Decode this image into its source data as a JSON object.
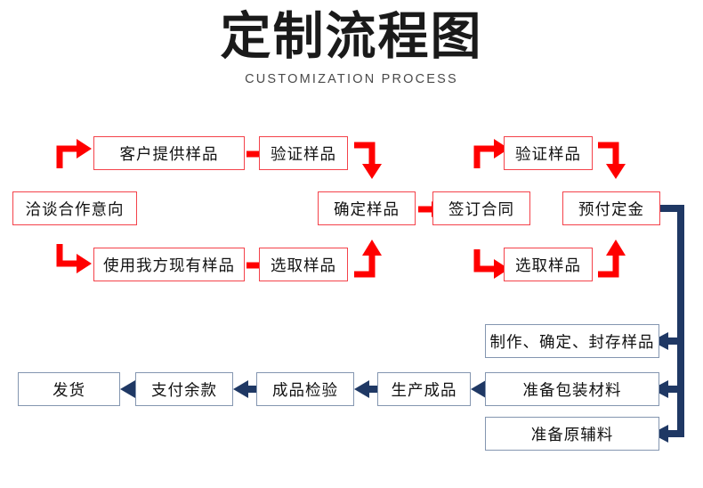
{
  "title": {
    "main": "定制流程图",
    "sub": "CUSTOMIZATION PROCESS"
  },
  "colors": {
    "red": "#ff0000",
    "red_border": "#f4424a",
    "navy": "#1f3864",
    "navy_border": "#8496b0",
    "text": "#111111",
    "background": "#ffffff"
  },
  "nodes": {
    "customer_provides_sample": "客户提供样品",
    "verify_sample_left": "验证样品",
    "verify_sample_right": "验证样品",
    "negotiate_cooperation": "洽谈合作意向",
    "confirm_sample": "确定样品",
    "sign_contract": "签订合同",
    "prepay_deposit": "预付定金",
    "use_our_existing_sample": "使用我方现有样品",
    "select_sample_left": "选取样品",
    "select_sample_right": "选取样品",
    "make_confirm_seal_sample": "制作、确定、封存样品",
    "ship_goods": "发货",
    "pay_balance": "支付余款",
    "finished_product_inspection": "成品检验",
    "produce_finished_product": "生产成品",
    "prepare_packaging_materials": "准备包装材料",
    "prepare_raw_materials": "准备原辅料"
  },
  "flow": {
    "branches": [
      {
        "from": "洽谈合作意向",
        "to": "客户提供样品",
        "style": "elbow-up-right",
        "color": "#ff0000"
      },
      {
        "from": "洽谈合作意向",
        "to": "使用我方现有样品",
        "style": "elbow-down-right",
        "color": "#ff0000"
      },
      {
        "from": "客户提供样品",
        "to": "验证样品",
        "style": "straight-right",
        "color": "#ff0000"
      },
      {
        "from": "验证样品",
        "to": "确定样品",
        "style": "elbow-right-down",
        "color": "#ff0000"
      },
      {
        "from": "使用我方现有样品",
        "to": "选取样品",
        "style": "straight-right",
        "color": "#ff0000"
      },
      {
        "from": "选取样品",
        "to": "确定样品",
        "style": "elbow-right-up",
        "color": "#ff0000"
      },
      {
        "from": "确定样品",
        "to": "签订合同",
        "style": "straight-right",
        "color": "#ff0000"
      },
      {
        "from": "签订合同",
        "to": "验证样品",
        "style": "elbow-up-right",
        "color": "#ff0000"
      },
      {
        "from": "签订合同",
        "to": "选取样品",
        "style": "elbow-down-right",
        "color": "#ff0000"
      },
      {
        "from": "验证样品",
        "to": "预付定金",
        "style": "elbow-right-down",
        "color": "#ff0000"
      },
      {
        "from": "选取样品",
        "to": "预付定金",
        "style": "elbow-right-up",
        "color": "#ff0000"
      },
      {
        "from": "预付定金",
        "to": "制作、确定、封存样品",
        "style": "bus-left",
        "color": "#1f3864"
      },
      {
        "from": "预付定金",
        "to": "准备包装材料",
        "style": "bus-left",
        "color": "#1f3864"
      },
      {
        "from": "预付定金",
        "to": "准备原辅料",
        "style": "bus-left",
        "color": "#1f3864"
      },
      {
        "from": "准备包装材料",
        "to": "生产成品",
        "style": "straight-left",
        "color": "#1f3864"
      },
      {
        "from": "生产成品",
        "to": "成品检验",
        "style": "straight-left",
        "color": "#1f3864"
      },
      {
        "from": "成品检验",
        "to": "支付余款",
        "style": "straight-left",
        "color": "#1f3864"
      },
      {
        "from": "支付余款",
        "to": "发货",
        "style": "straight-left",
        "color": "#1f3864"
      }
    ]
  }
}
